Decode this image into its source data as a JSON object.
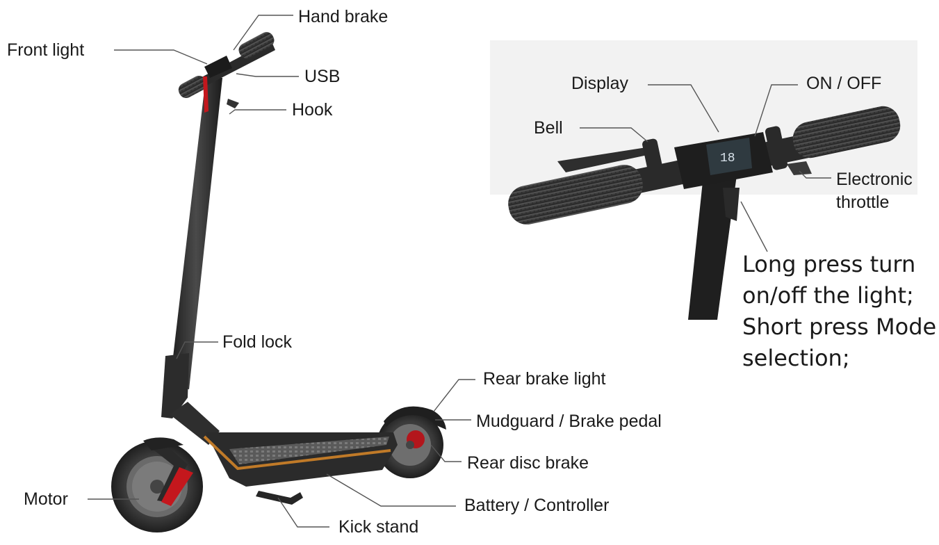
{
  "labels": {
    "hand_brake": "Hand brake",
    "front_light": "Front light",
    "usb": "USB",
    "hook": "Hook",
    "fold_lock": "Fold lock",
    "rear_brake_light": "Rear brake light",
    "mudguard_brake_pedal": "Mudguard / Brake pedal",
    "rear_disc_brake": "Rear disc brake",
    "motor": "Motor",
    "battery_controller": "Battery / Controller",
    "kick_stand": "Kick stand",
    "display": "Display",
    "on_off": "ON / OFF",
    "bell": "Bell",
    "electronic_throttle_line1": "Electronic",
    "electronic_throttle_line2": "throttle"
  },
  "button_note": {
    "line1": "Long press turn",
    "line2": "on/off the light;",
    "line3": "Short press Mode",
    "line4": "selection;"
  },
  "display_readout": "18"
}
